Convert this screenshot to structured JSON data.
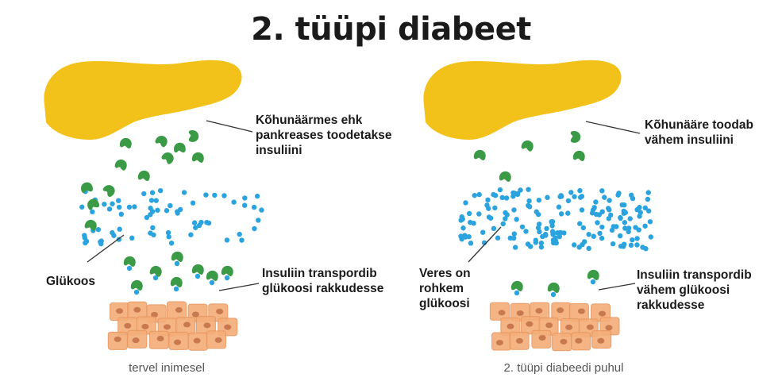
{
  "title": "2. tüüpi diabeet",
  "colors": {
    "pancreas": "#f2c21b",
    "insulin": "#3a9a45",
    "glucose": "#2aa3de",
    "cell_fill": "#f4ae7a",
    "cell_nucleus": "#c9794f",
    "line": "#333333"
  },
  "icons": {
    "pancreas": "pancreas-shape",
    "insulin": "insulin-molecule",
    "glucose": "glucose-dot",
    "cells": "tissue-cells"
  },
  "left_panel": {
    "caption": "tervel inimesel",
    "pancreas_label": [
      "Kõhunäärmes ehk",
      "pankreases toodetakse",
      "insuliini"
    ],
    "glucose_label": [
      "Glükoos"
    ],
    "transport_label": [
      "Insuliin transpordib",
      "glükoosi rakkudesse"
    ]
  },
  "right_panel": {
    "caption": "2. tüüpi diabeedi puhul",
    "pancreas_label": [
      "Kõhunääre toodab",
      "vähem insuliini"
    ],
    "glucose_label": [
      "Veres on",
      "rohkem",
      "glükoosi"
    ],
    "transport_label": [
      "Insuliin transpordib",
      "vähem glükoosi",
      "rakkudesse"
    ]
  }
}
